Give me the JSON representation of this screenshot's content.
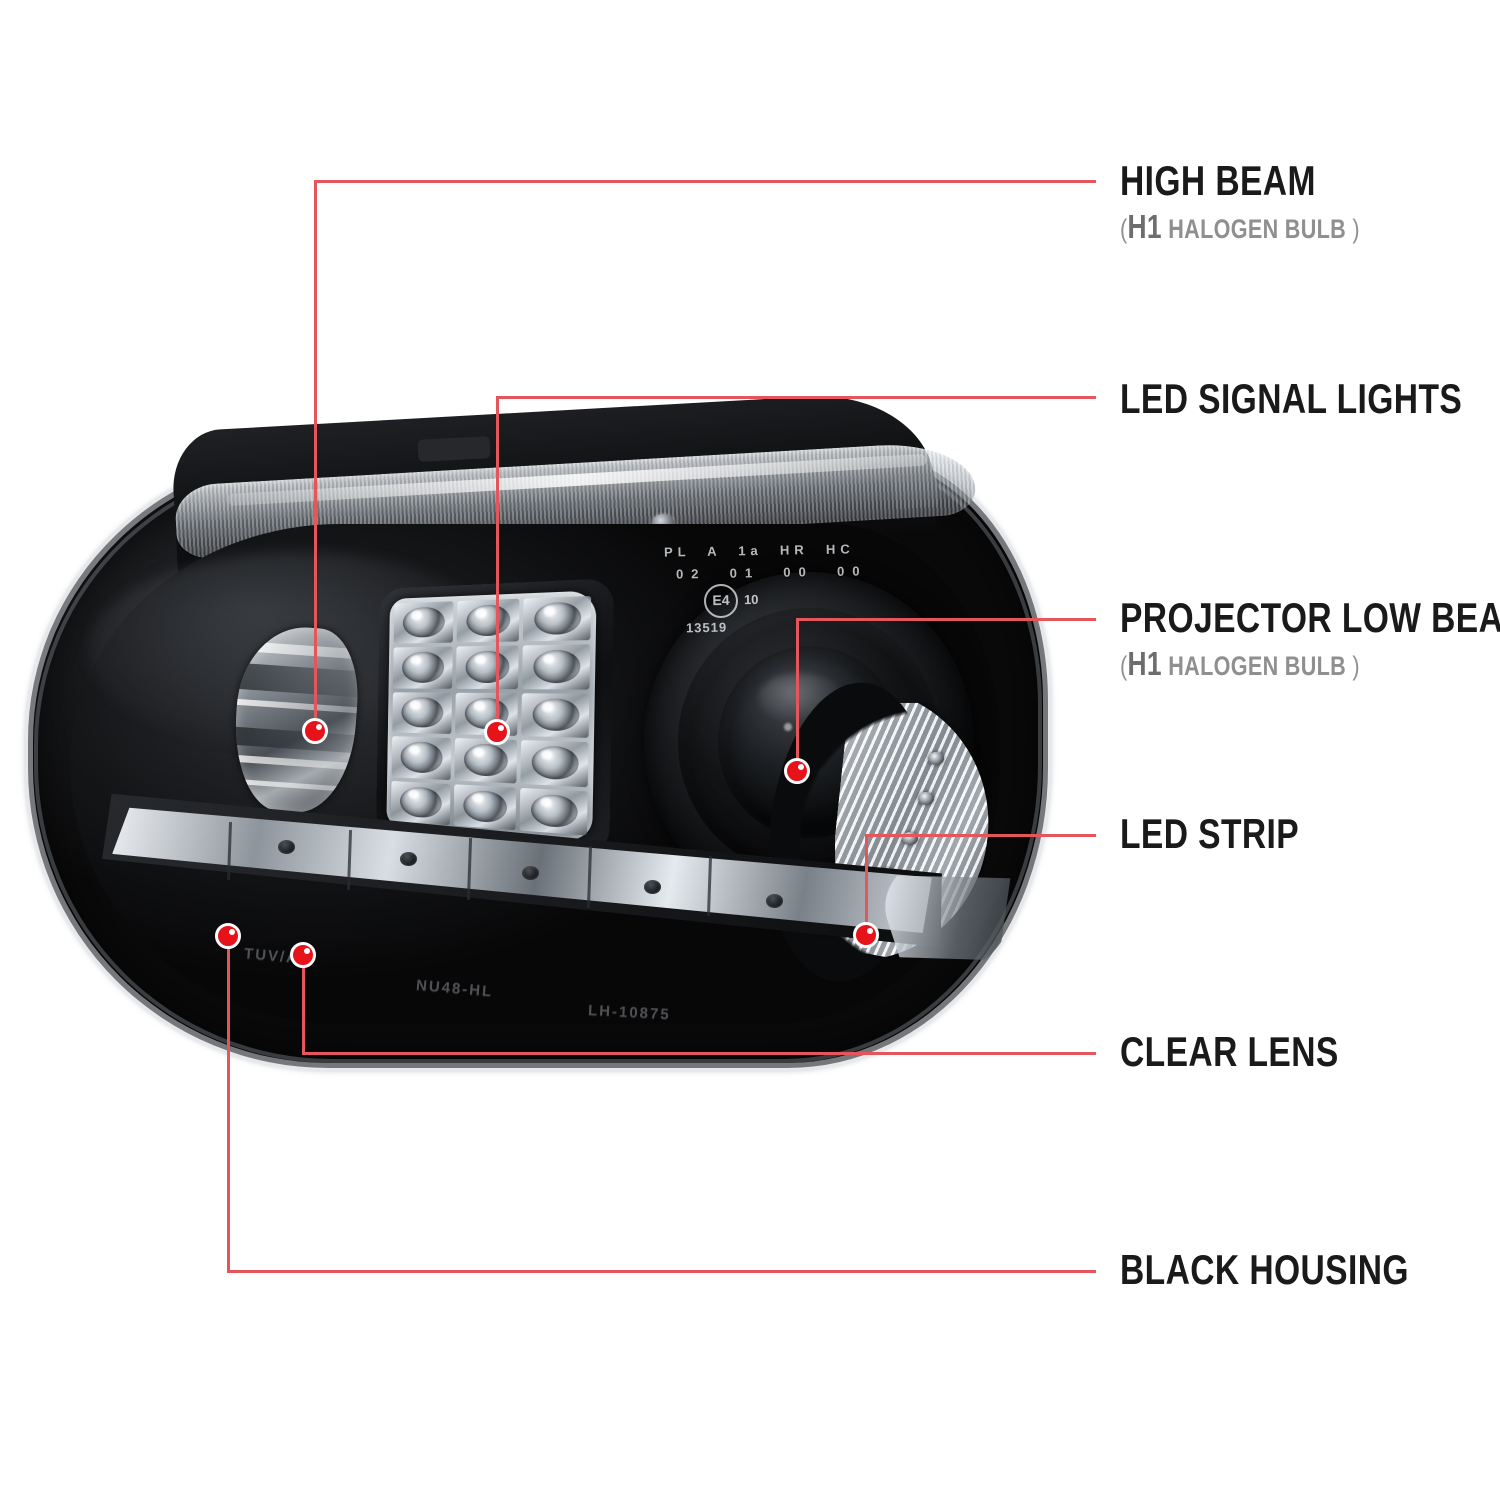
{
  "page": {
    "background": "#ffffff",
    "accent_red": "#e6131a",
    "leader_red": "#e5555c",
    "label_color": "#1a1a1a",
    "sub_color": "#8f8f8f"
  },
  "callouts": [
    {
      "id": "high-beam",
      "label": "HIGH BEAM",
      "sub_open": "(",
      "sub_strong": "H1",
      "sub_text": "HALOGEN BULB",
      "sub_close": ")"
    },
    {
      "id": "led-signal-lights",
      "label": "LED SIGNAL LIGHTS"
    },
    {
      "id": "projector-low-beam",
      "label": "PROJECTOR LOW BEAM",
      "sub_open": "(",
      "sub_strong": "H1",
      "sub_text": "HALOGEN BULB",
      "sub_close": ")"
    },
    {
      "id": "led-strip",
      "label": "LED STRIP"
    },
    {
      "id": "clear-lens",
      "label": "CLEAR LENS"
    },
    {
      "id": "black-housing",
      "label": "BLACK HOUSING"
    }
  ],
  "product": {
    "markings": {
      "cert_line1": "PL  A  1a  HR  HC",
      "cert_line2": "02  01  00  00",
      "cert_e_mark": "E4",
      "cert_e_number": "10",
      "cert_approval": "13519",
      "part_code": "NU48-HL",
      "side_code": "LH-10875",
      "housing_code": "TUV/AU"
    }
  }
}
